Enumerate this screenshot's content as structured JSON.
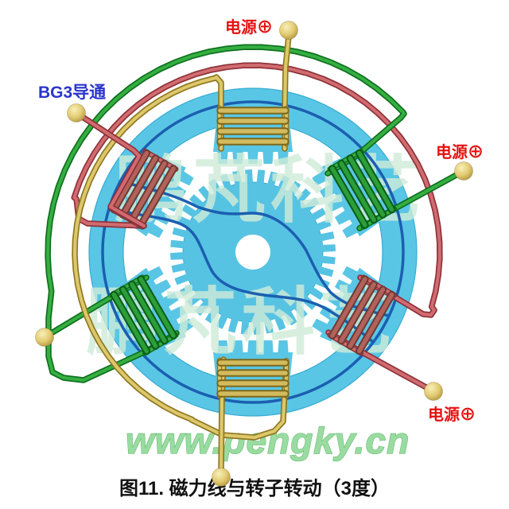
{
  "figure": {
    "caption": "图11.  磁力线与转子转动（3度）"
  },
  "labels": {
    "bg3": "BG3导通",
    "power_top": "电源⊕",
    "power_right": "电源⊕",
    "power_bottom_right": "电源⊕"
  },
  "watermarks": {
    "brand_row1": "鹏芃科艺",
    "brand_row2": "鹏芃科艺",
    "site_url": "www.pengky.cn"
  },
  "machine": {
    "stator_pole_count": 6,
    "teeth_per_pole": 5,
    "rotor_tooth_count": 40,
    "rotation_step_deg": 3
  },
  "colors": {
    "background": "#ffffff",
    "stator_body": "#5ac6e5",
    "stator_edge": "#38acd2",
    "rotor_body": "#57c3e3",
    "shaft_hole": "#ffffff",
    "flux_line": "#1b5fb0",
    "label_blue": "#2a35cc",
    "label_red": "#e51212",
    "caption_text": "#111111",
    "watermark_green": "#cfecd9",
    "site_green": "#90d897",
    "site_green_edge": "#58b964",
    "phase_a_dark": "#8d761e",
    "phase_a_bright": "#ddc76b",
    "phase_a_wind_dark": "#7c681b",
    "phase_a_wind_bright": "#d2ba5e",
    "phase_b_dark": "#0c6e1c",
    "phase_b_bright": "#35ae41",
    "phase_b_wind_dark": "#0a5c17",
    "phase_b_wind_bright": "#2b9e38",
    "phase_c_dark": "#8c3038",
    "phase_c_bright": "#d06b6f",
    "phase_c_wind_dark": "#6e3a34",
    "phase_c_wind_bright": "#b2625a",
    "ball_hi": "#f8f0b8",
    "ball_mid": "#e2cb72",
    "ball_dark": "#a3862f"
  }
}
